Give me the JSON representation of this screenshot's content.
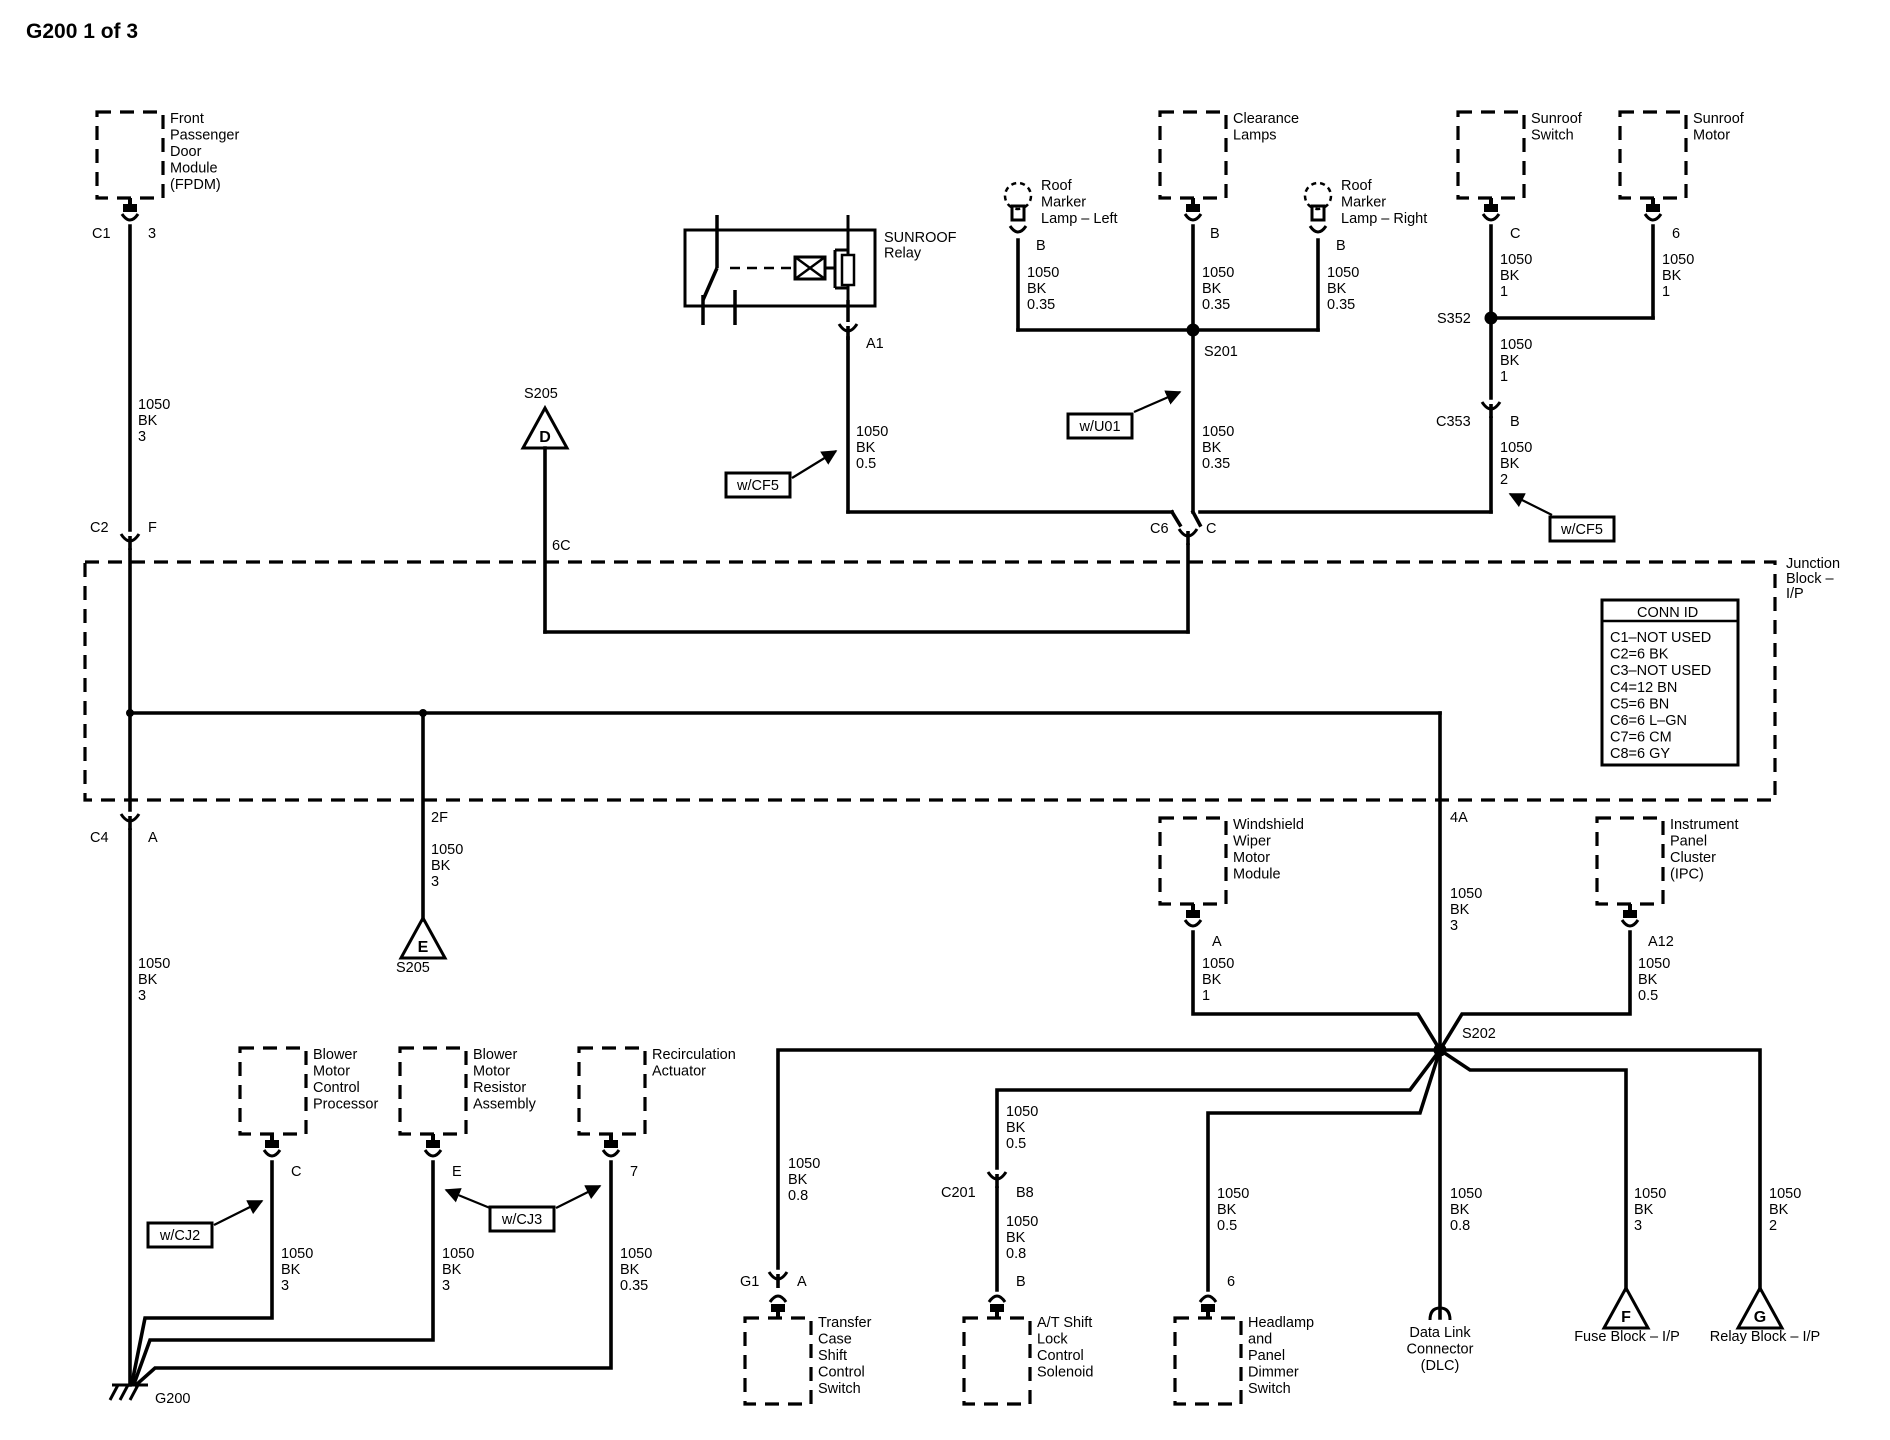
{
  "page_title": "G200 1 of 3",
  "components": {
    "fpdm": [
      "Front",
      "Passenger",
      "Door",
      "Module",
      "(FPDM)"
    ],
    "roof_left": [
      "Roof",
      "Marker",
      "Lamp – Left"
    ],
    "clearance": [
      "Clearance",
      "Lamps"
    ],
    "roof_right": [
      "Roof",
      "Marker",
      "Lamp – Right"
    ],
    "sunroof_switch": [
      "Sunroof",
      "Switch"
    ],
    "sunroof_motor": [
      "Sunroof",
      "Motor"
    ],
    "sunroof_relay": [
      "SUNROOF",
      "Relay"
    ],
    "junction_block": [
      "Junction",
      "Block –",
      "I/P"
    ],
    "wiper": [
      "Windshield",
      "Wiper",
      "Motor",
      "Module"
    ],
    "ipc": [
      "Instrument",
      "Panel",
      "Cluster",
      "(IPC)"
    ],
    "blower_proc": [
      "Blower",
      "Motor",
      "Control",
      "Processor"
    ],
    "blower_res": [
      "Blower",
      "Motor",
      "Resistor",
      "Assembly"
    ],
    "recirc": [
      "Recirculation",
      "Actuator"
    ],
    "transfer": [
      "Transfer",
      "Case",
      "Shift",
      "Control",
      "Switch"
    ],
    "at_shift": [
      "A/T Shift",
      "Lock",
      "Control",
      "Solenoid"
    ],
    "headlamp": [
      "Headlamp",
      "and",
      "Panel",
      "Dimmer",
      "Switch"
    ],
    "dlc": [
      "Data Link",
      "Connector",
      "(DLC)"
    ],
    "fuse_block": "Fuse Block – I/P",
    "relay_block": "Relay Block – I/P"
  },
  "conn_table": {
    "header": "CONN ID",
    "rows": [
      "C1–NOT USED",
      "C2=6 BK",
      "C3–NOT USED",
      "C4=12 BN",
      "C5=6 BN",
      "C6=6 L–GN",
      "C7=6 CM",
      "C8=6 GY"
    ]
  },
  "connectors": {
    "c1": "C1",
    "c1_pin": "3",
    "c2": "C2",
    "c2_pin": "F",
    "c4": "C4",
    "c4_pin": "A",
    "roof_left_pin": "B",
    "clearance_pin": "B",
    "roof_right_pin": "B",
    "switch_pin": "C",
    "motor_pin": "6",
    "relay_pin": "A1",
    "c353": "C353",
    "c353_pin": "B",
    "c6": "C6",
    "c6_pin": "C",
    "pin_6c": "6C",
    "pin_2f": "2F",
    "pin_4a": "4A",
    "wiper_pin": "A",
    "ipc_pin": "A12",
    "proc_pin": "C",
    "res_pin": "E",
    "recirc_pin": "7",
    "g1": "G1",
    "g1_pin": "A",
    "c201": "C201",
    "c201_pin": "B8",
    "atshift_pin": "B",
    "headlamp_pin": "6"
  },
  "splices": {
    "s201": "S201",
    "s352": "S352",
    "s202": "S202",
    "s205_top": "S205",
    "s205_bottom": "S205",
    "g200": "G200"
  },
  "triangles": {
    "d": "D",
    "e": "E",
    "f": "F",
    "g": "G"
  },
  "options": {
    "cf5_a": "w/CF5",
    "u01": "w/U01",
    "cf5_b": "w/CF5",
    "cj2": "w/CJ2",
    "cj3": "w/CJ3"
  },
  "wires": {
    "w_fpdm": [
      "1050",
      "BK",
      "3"
    ],
    "w_roof_left": [
      "1050",
      "BK",
      "0.35"
    ],
    "w_clear_top": [
      "1050",
      "BK",
      "0.35"
    ],
    "w_roof_right": [
      "1050",
      "BK",
      "0.35"
    ],
    "w_switch": [
      "1050",
      "BK",
      "1"
    ],
    "w_motor": [
      "1050",
      "BK",
      "1"
    ],
    "w_s352": [
      "1050",
      "BK",
      "1"
    ],
    "w_c353": [
      "1050",
      "BK",
      "2"
    ],
    "w_relay": [
      "1050",
      "BK",
      "0.5"
    ],
    "w_s201": [
      "1050",
      "BK",
      "0.35"
    ],
    "w_2f": [
      "1050",
      "BK",
      "3"
    ],
    "w_c4": [
      "1050",
      "BK",
      "3"
    ],
    "w_4a": [
      "1050",
      "BK",
      "3"
    ],
    "w_wiper": [
      "1050",
      "BK",
      "1"
    ],
    "w_ipc": [
      "1050",
      "BK",
      "0.5"
    ],
    "w_proc": [
      "1050",
      "BK",
      "3"
    ],
    "w_res": [
      "1050",
      "BK",
      "3"
    ],
    "w_recirc": [
      "1050",
      "BK",
      "0.35"
    ],
    "w_transfer": [
      "1050",
      "BK",
      "0.8"
    ],
    "w_c201_top": [
      "1050",
      "BK",
      "0.5"
    ],
    "w_c201_bot": [
      "1050",
      "BK",
      "0.8"
    ],
    "w_headlamp": [
      "1050",
      "BK",
      "0.5"
    ],
    "w_dlc": [
      "1050",
      "BK",
      "0.8"
    ],
    "w_fuse": [
      "1050",
      "BK",
      "3"
    ],
    "w_relayblk": [
      "1050",
      "BK",
      "2"
    ]
  }
}
